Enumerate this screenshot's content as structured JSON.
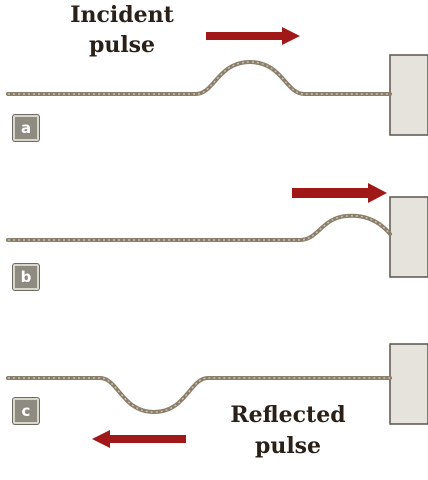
{
  "captions": {
    "incident_line1": "Incident",
    "incident_line2": "pulse",
    "reflected_line1": "Reflected",
    "reflected_line2": "pulse"
  },
  "panels": [
    {
      "label": "a"
    },
    {
      "label": "b"
    },
    {
      "label": "c"
    }
  ],
  "colors": {
    "rope": "#8b7e6a",
    "rope_highlight": "#c9bfae",
    "arrow": "#a01818",
    "wall": "#e6e3dc",
    "wall_edge": "#5a554c",
    "label_fill": "#8e8b80",
    "text": "#2a2017"
  },
  "icons": {
    "arrow_right": "right-arrow-icon",
    "arrow_left": "left-arrow-icon"
  }
}
